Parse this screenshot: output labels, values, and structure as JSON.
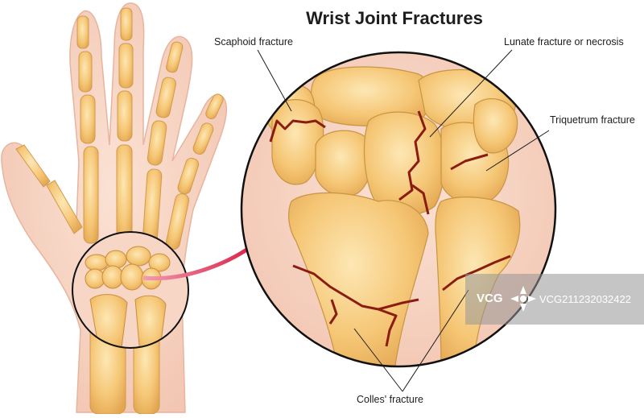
{
  "title": "Wrist Joint Fractures",
  "labels": {
    "scaphoid": "Scaphoid fracture",
    "lunate": "Lunate fracture or necrosis",
    "triquetrum": "Triquetrum fracture",
    "colles": "Colles' fracture"
  },
  "watermark": {
    "brand": "VCG",
    "code": "VCG211232032422"
  },
  "colors": {
    "skin": "#f6d3c0",
    "bone": "#f2c271",
    "bone_light": "#fbe3a8",
    "bone_edge": "#c89542",
    "fracture": "#8a1c12",
    "arrow": "#e4355a"
  }
}
